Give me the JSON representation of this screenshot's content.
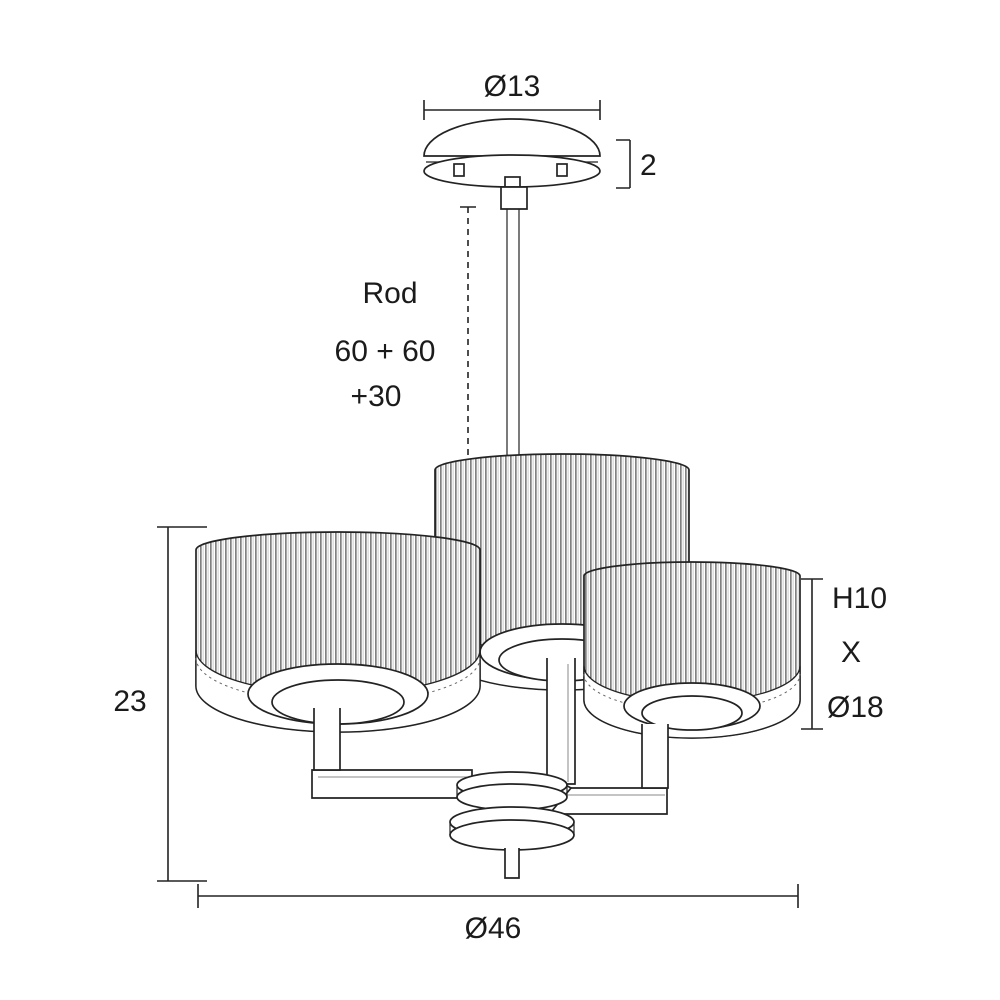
{
  "drawing": {
    "bg_color": "#ffffff",
    "line_color": "#232323"
  },
  "labels": {
    "canopy_diameter": "Ø13",
    "canopy_height": "2",
    "rod": "Rod",
    "rod_length_1": "60 + 60",
    "rod_length_2": "+30",
    "fixture_height": "23",
    "shade_height": "H10",
    "shade_times": "X",
    "shade_diameter": "Ø18",
    "overall_diameter": "Ø46"
  }
}
